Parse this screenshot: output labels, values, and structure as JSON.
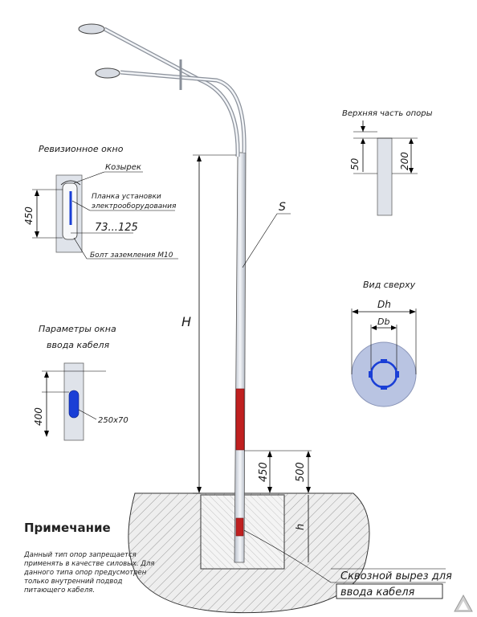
{
  "labels": {
    "revision_window": "Ревизионное окно",
    "visor": "Козырек",
    "mount_plate_1": "Планка установки",
    "mount_plate_2": "электрооборудования",
    "range_73_125": "73...125",
    "ground_bolt": "Болт заземления М10",
    "dim_450_left": "450",
    "cable_window_1": "Параметры окна",
    "cable_window_2": "ввода кабеля",
    "dim_400": "400",
    "dim_250x70": "250x70",
    "H": "H",
    "S": "S",
    "dim_450_base": "450",
    "dim_500": "500",
    "h": "h",
    "top_part": "Верхняя часть опоры",
    "dim_50": "50",
    "dim_200": "200",
    "top_view": "Вид сверху",
    "Dh": "Dh",
    "Db": "Db",
    "cutout_1": "Сквозной вырез для",
    "cutout_2": "ввода кабеля"
  },
  "notes": {
    "title": "Примечание",
    "text": "Данный тип опор запрещается применять в качестве силовых. Для данного типа опор предусмотрен только внутренний подвод питающего кабеля."
  },
  "colors": {
    "pole": "#dfe3ea",
    "window_red": "#c02020",
    "window_blue": "#1a3fd6",
    "top_view_disk": "#b9c4e2",
    "foundation_fill": "#e6e6e6"
  },
  "watermark_icon": "triangle-logo-icon"
}
